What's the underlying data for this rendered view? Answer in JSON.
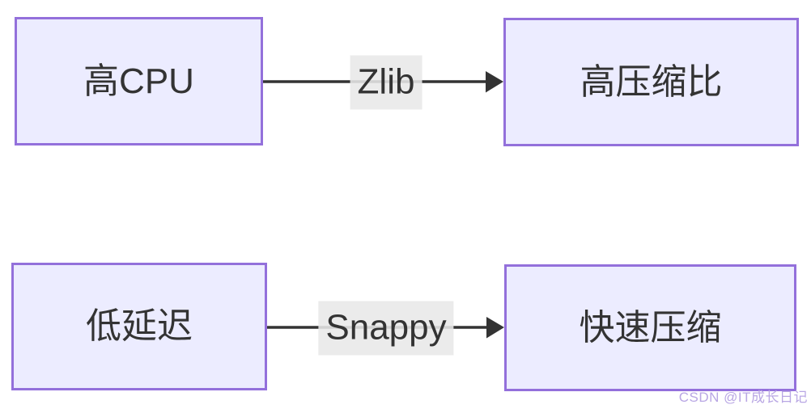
{
  "diagram": {
    "type": "flowchart",
    "direction": "left-to-right",
    "nodes": [
      {
        "id": "high-cpu",
        "label": "高CPU"
      },
      {
        "id": "high-compression",
        "label": "高压缩比"
      },
      {
        "id": "low-latency",
        "label": "低延迟"
      },
      {
        "id": "fast-compression",
        "label": "快速压缩"
      }
    ],
    "edges": [
      {
        "from": "high-cpu",
        "to": "high-compression",
        "label": "Zlib"
      },
      {
        "from": "low-latency",
        "to": "fast-compression",
        "label": "Snappy"
      }
    ],
    "colors": {
      "node_fill": "#ECECFF",
      "node_border": "#9370DB",
      "node_text": "#333333",
      "edge_stroke": "#333333",
      "edge_label_bg": "#E8E8E8",
      "watermark_text_color": "#B9A7E4",
      "background": "#FFFFFF"
    },
    "watermark": "CSDN @IT成长日记"
  }
}
